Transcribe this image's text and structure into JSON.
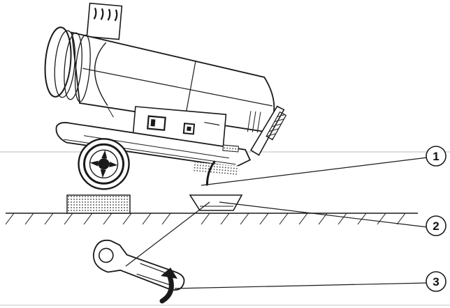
{
  "callouts": [
    {
      "number": "1"
    },
    {
      "number": "2"
    },
    {
      "number": "3"
    }
  ],
  "colors": {
    "line": "#1a1a1a",
    "guide": "#d0d0d0",
    "fill_light": "#ffffff",
    "fill_grey": "#cfcfcf",
    "fill_dark": "#2a2a2a"
  }
}
